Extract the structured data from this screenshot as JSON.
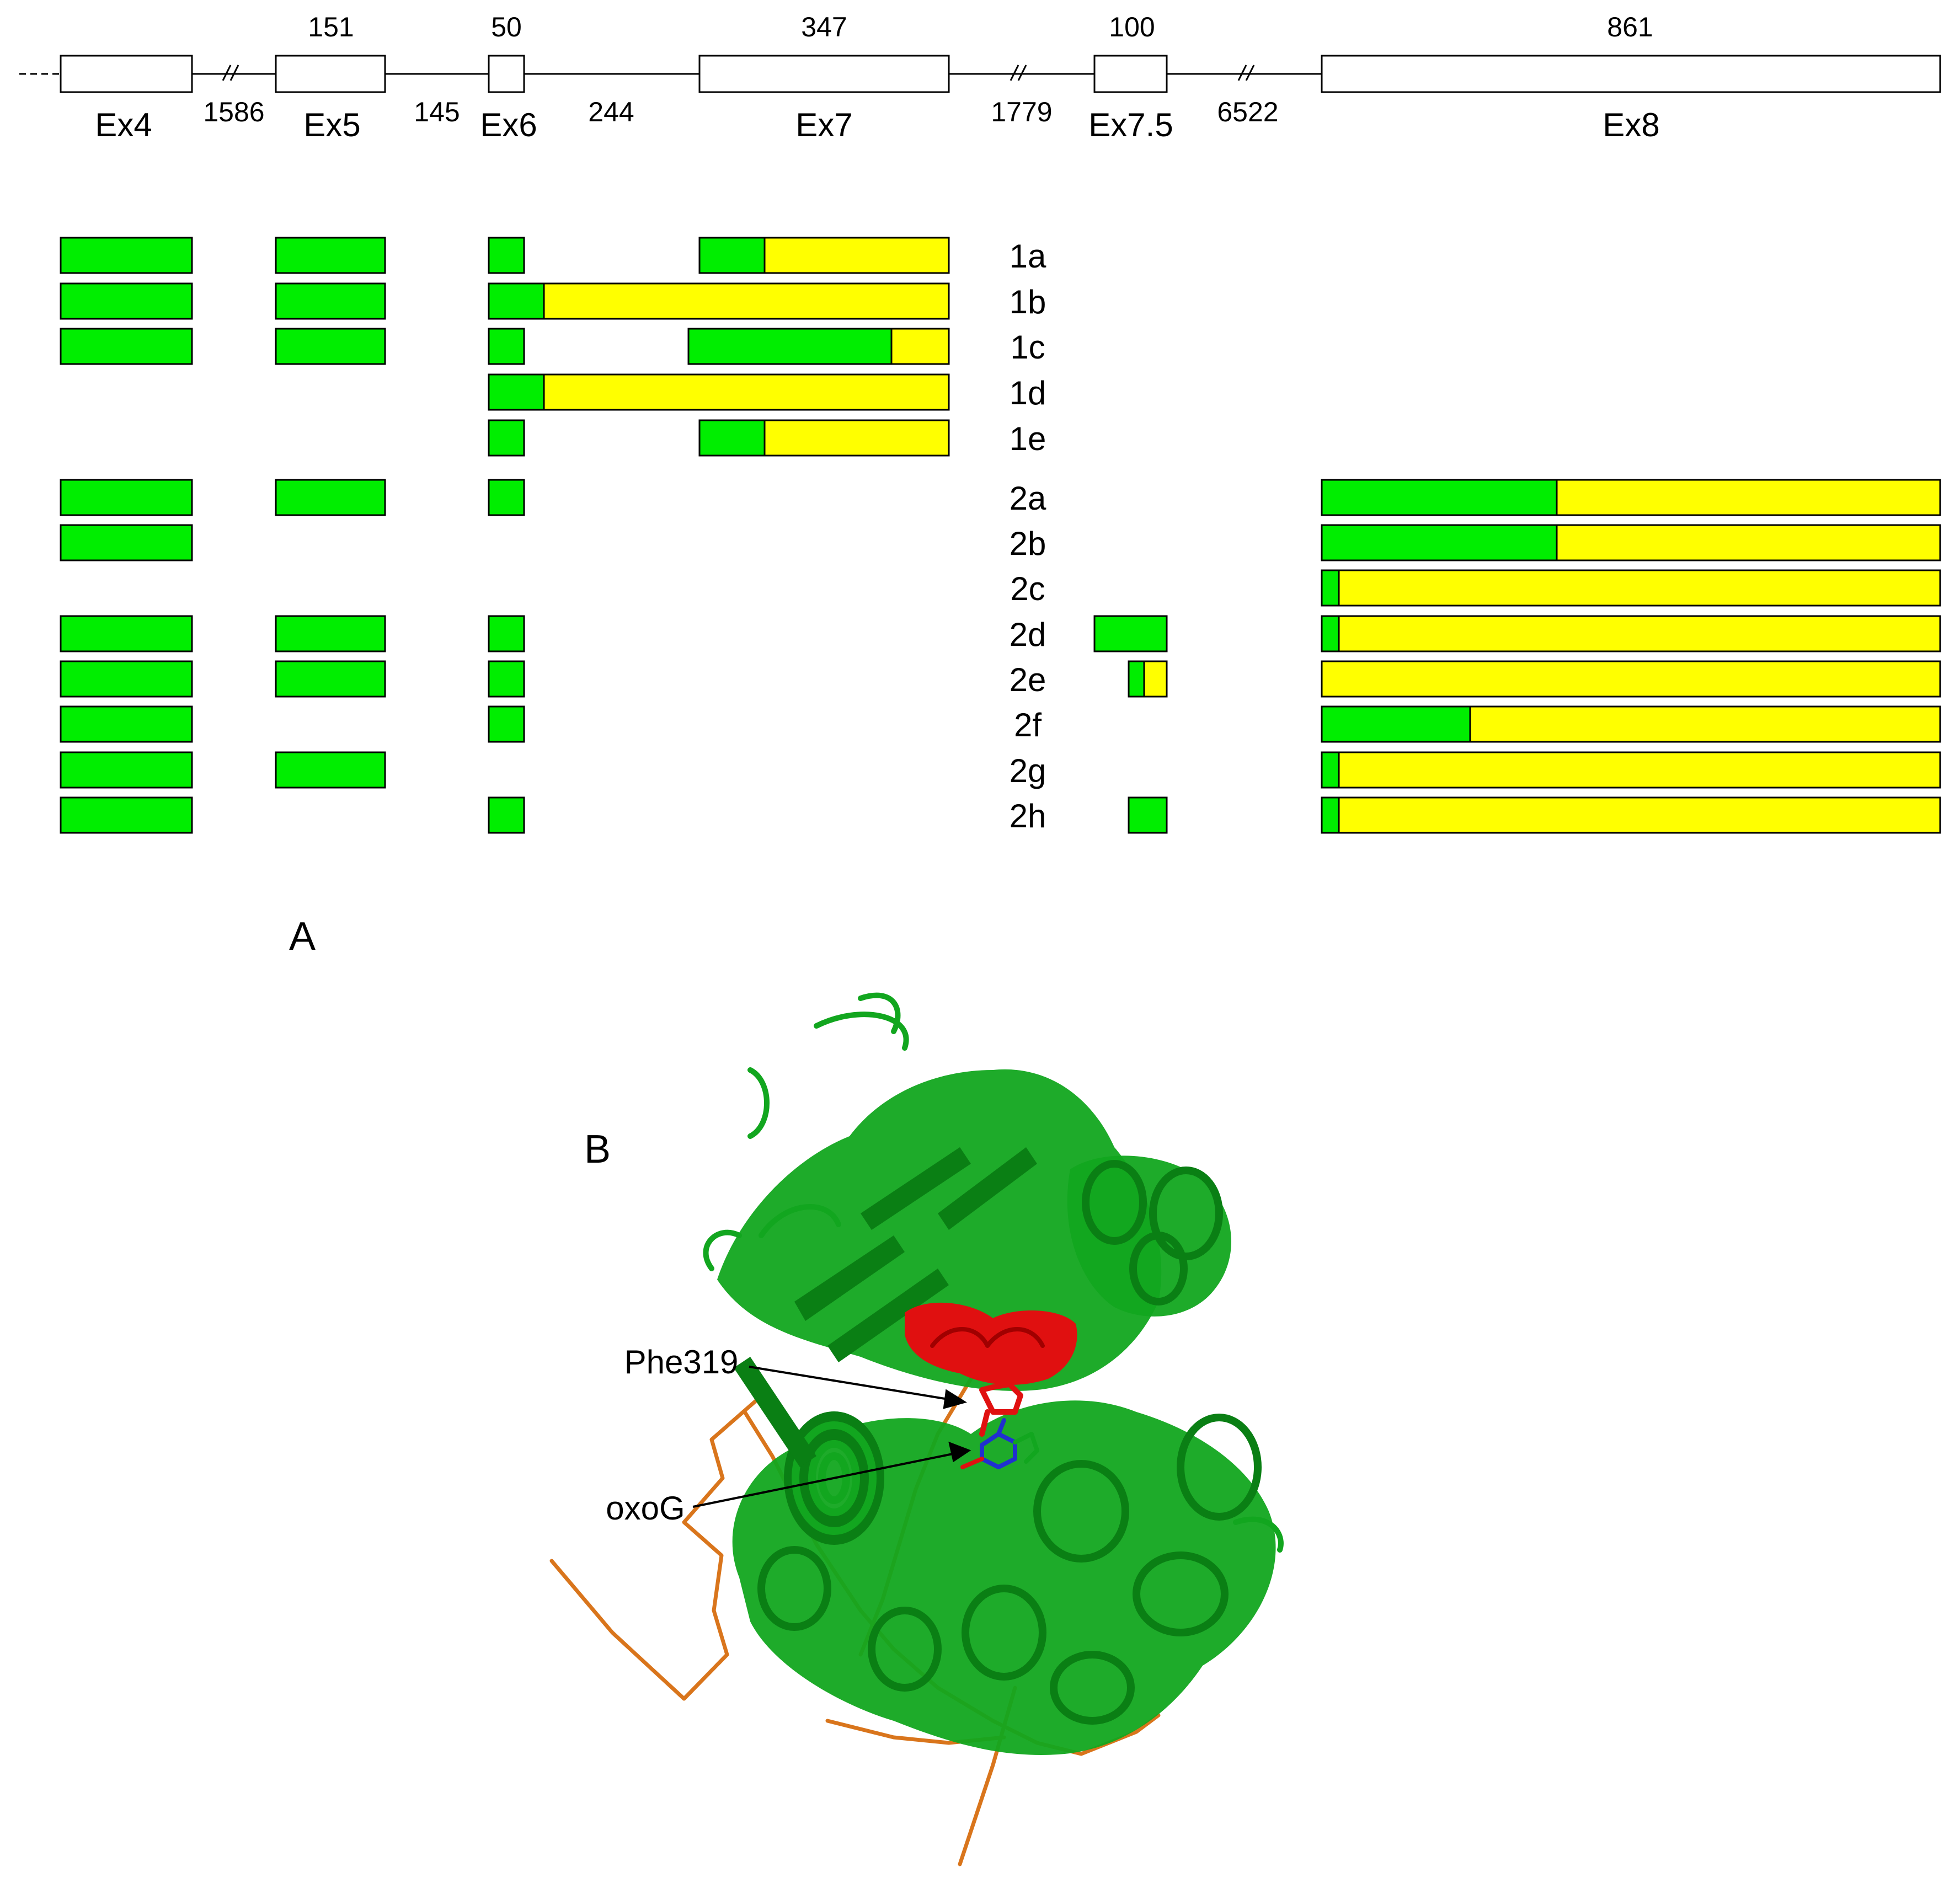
{
  "colors": {
    "coding": "#00ee00",
    "noncoding": "#ffff00",
    "protein": "#12a61f",
    "protein_dark": "#0a7f14",
    "highlight": "#e01010",
    "dna": "#d9751c",
    "ligand": "#2030d0"
  },
  "gene": {
    "exons": [
      {
        "id": "ex4",
        "label": "Ex4",
        "size": ""
      },
      {
        "id": "ex5",
        "label": "Ex5",
        "size": "151"
      },
      {
        "id": "ex6",
        "label": "Ex6",
        "size": "50"
      },
      {
        "id": "ex7",
        "label": "Ex7",
        "size": "347"
      },
      {
        "id": "ex75",
        "label": "Ex7.5",
        "size": "100"
      },
      {
        "id": "ex8",
        "label": "Ex8",
        "size": "861"
      }
    ],
    "introns": [
      "1586",
      "145",
      "244",
      "1779",
      "6522"
    ]
  },
  "isoforms": [
    {
      "name": "1a",
      "segments": [
        {
          "exon": "ex4",
          "green": 1.0
        },
        {
          "exon": "ex5",
          "green": 1.0
        },
        {
          "exon": "ex6",
          "green": 1.0
        },
        {
          "exon": "ex7",
          "green": 0.26
        }
      ]
    },
    {
      "name": "1b",
      "segments": [
        {
          "exon": "ex4",
          "green": 1.0
        },
        {
          "exon": "ex5",
          "green": 1.0
        },
        {
          "exon": "ex6-7",
          "green": 0.12
        }
      ]
    },
    {
      "name": "1c",
      "segments": [
        {
          "exon": "ex4",
          "green": 1.0
        },
        {
          "exon": "ex5",
          "green": 1.0
        },
        {
          "exon": "ex6",
          "green": 1.0
        },
        {
          "exon": "ex7-ext",
          "green": 0.78
        }
      ]
    },
    {
      "name": "1d",
      "segments": [
        {
          "exon": "ex6-7",
          "green": 0.12
        }
      ]
    },
    {
      "name": "1e",
      "segments": [
        {
          "exon": "ex6",
          "green": 1.0
        },
        {
          "exon": "ex7",
          "green": 0.26
        }
      ]
    },
    {
      "name": "2a",
      "segments": [
        {
          "exon": "ex4",
          "green": 1.0
        },
        {
          "exon": "ex5",
          "green": 1.0
        },
        {
          "exon": "ex6",
          "green": 1.0
        },
        {
          "exon": "ex8",
          "green": 0.38
        }
      ]
    },
    {
      "name": "2b",
      "segments": [
        {
          "exon": "ex4",
          "green": 1.0
        },
        {
          "exon": "ex8",
          "green": 0.38
        }
      ]
    },
    {
      "name": "2c",
      "segments": [
        {
          "exon": "ex8",
          "green": 0.028
        }
      ]
    },
    {
      "name": "2d",
      "segments": [
        {
          "exon": "ex4",
          "green": 1.0
        },
        {
          "exon": "ex5",
          "green": 1.0
        },
        {
          "exon": "ex6",
          "green": 1.0
        },
        {
          "exon": "ex75",
          "green": 1.0
        },
        {
          "exon": "ex8",
          "green": 0.028
        }
      ]
    },
    {
      "name": "2e",
      "segments": [
        {
          "exon": "ex4",
          "green": 1.0
        },
        {
          "exon": "ex5",
          "green": 1.0
        },
        {
          "exon": "ex6",
          "green": 1.0
        },
        {
          "exon": "ex75-short",
          "green": 0.4
        },
        {
          "exon": "ex8",
          "green": 0.0
        }
      ]
    },
    {
      "name": "2f",
      "segments": [
        {
          "exon": "ex4",
          "green": 1.0
        },
        {
          "exon": "ex6",
          "green": 1.0
        },
        {
          "exon": "ex8",
          "green": 0.24
        }
      ]
    },
    {
      "name": "2g",
      "segments": [
        {
          "exon": "ex4",
          "green": 1.0
        },
        {
          "exon": "ex5",
          "green": 1.0
        },
        {
          "exon": "ex8",
          "green": 0.028
        }
      ]
    },
    {
      "name": "2h",
      "segments": [
        {
          "exon": "ex4",
          "green": 1.0
        },
        {
          "exon": "ex6",
          "green": 1.0
        },
        {
          "exon": "ex75-short",
          "green": 1.0
        },
        {
          "exon": "ex8",
          "green": 0.028
        }
      ]
    }
  ],
  "panel_labels": {
    "a": "A",
    "b": "B"
  },
  "structure": {
    "label_phe": "Phe319",
    "label_oxog": "oxoG"
  }
}
